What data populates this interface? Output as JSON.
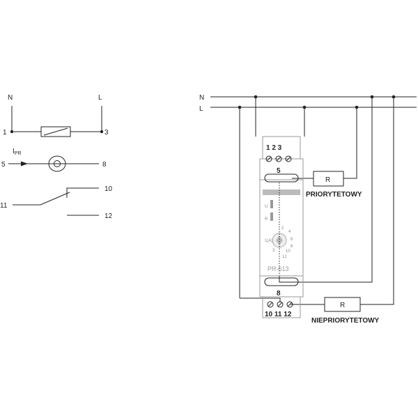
{
  "symbol": {
    "n_label": "N",
    "l_label": "L",
    "t1": "1",
    "t3": "3",
    "ipr_main": "I",
    "ipr_sub": "PR",
    "t5": "5",
    "t8": "8",
    "t10": "10",
    "t11": "11",
    "t12": "12"
  },
  "wiring": {
    "n_label": "N",
    "l_label": "L",
    "top_terminals": "1  2  3",
    "term5": "5",
    "term8": "8",
    "bottom_terminals": "10 11 12",
    "r_prio": "R",
    "r_nonprio": "R",
    "prio_label": "PRIORYTETOWY",
    "nonprio_label": "NIEPRIORYTETOWY",
    "model": "PR-613",
    "led_u": "U",
    "led_r": "R",
    "knob_ticks": [
      "2",
      "4",
      "6",
      "8",
      "10",
      "12",
      "1(A)",
      "3"
    ]
  }
}
